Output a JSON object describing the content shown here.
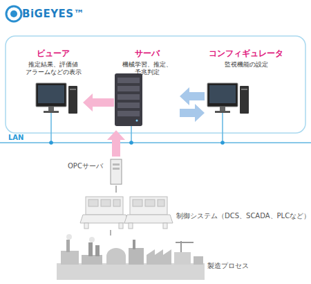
{
  "diagram": {
    "nodes": [
      {
        "text": [
          "ビューア",
          "推定結果、評価値 アラームなどの表示"
        ]
      },
      {
        "text": [
          "サーバ",
          "機械学習、推定、 予兆判定"
        ]
      },
      {
        "text": [
          "コンフィギュレータ",
          "監視機能の設定"
        ]
      },
      {
        "text": [
          "OPCサーバ"
        ]
      },
      {
        "text": [
          "制御システム（DCS、SCADA、PLCなど）"
        ]
      },
      {
        "text": [
          "製造プロセス"
        ]
      }
    ],
    "edges": [
      {
        "from": 1,
        "to": 0,
        "arrow": "to"
      },
      {
        "from": 2,
        "to": 1,
        "arrow": "to"
      },
      {
        "from": 1,
        "to": 2,
        "arrow": "to"
      },
      {
        "from": 3,
        "to": 1,
        "arrow": "to"
      },
      {
        "from": 3,
        "to": 4,
        "arrow": "none"
      },
      {
        "from": 4,
        "to": 5,
        "arrow": "none"
      }
    ],
    "labels": [
      "BiGEYES™",
      "LAN"
    ]
  }
}
